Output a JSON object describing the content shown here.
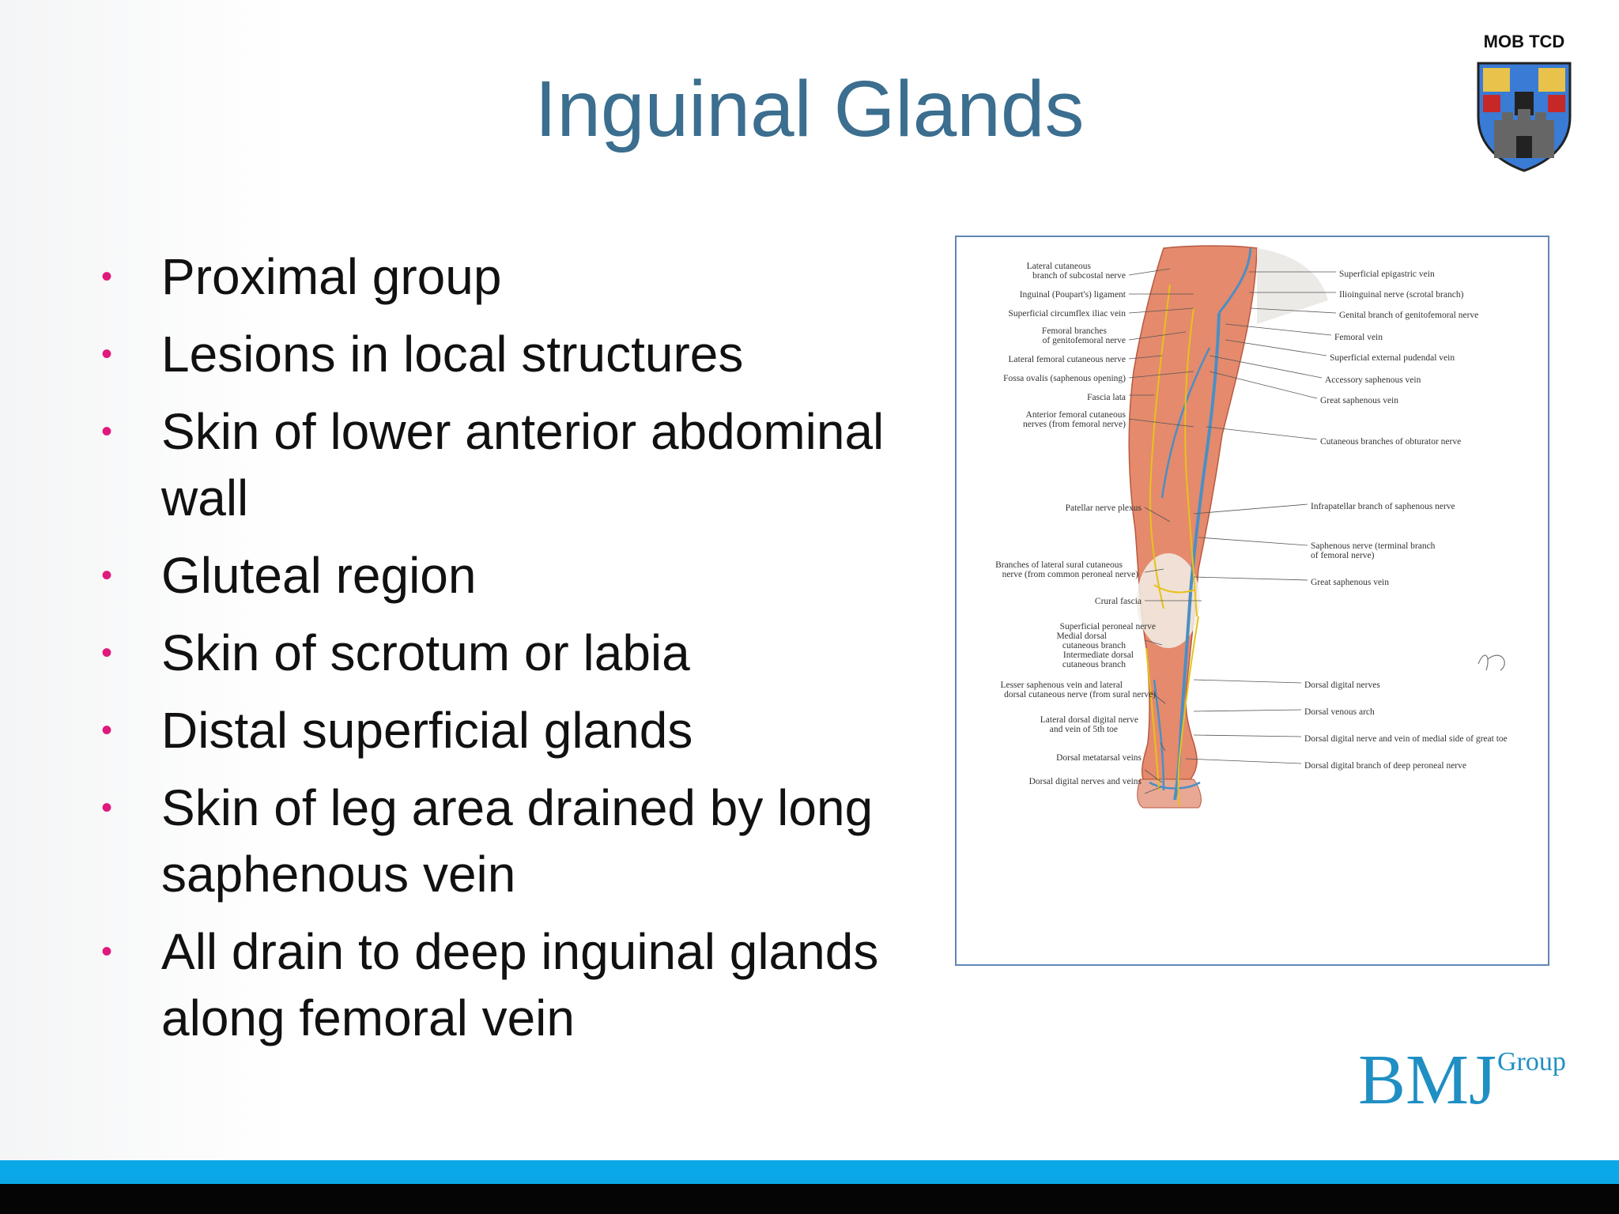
{
  "slide": {
    "title": "Inguinal Glands",
    "org_label": "MOB TCD",
    "bullets": [
      "Proximal group",
      "Lesions in local structures",
      "Skin of lower anterior abdominal wall",
      "Gluteal region",
      "Skin of scrotum or labia",
      "Distal superficial glands",
      "Skin of leg area drained by long saphenous vein",
      "All drain to deep inguinal glands along femoral vein"
    ],
    "bullet_color": "#e0197d",
    "title_color": "#3b6e8f"
  },
  "figure": {
    "left_labels": [
      "Lateral cutaneous",
      "branch of subcostal nerve",
      "Inguinal (Poupart's) ligament",
      "Superficial circumflex iliac vein",
      "Femoral branches",
      "of genitofemoral nerve",
      "Lateral femoral cutaneous nerve",
      "Fossa ovalis (saphenous opening)",
      "Fascia lata",
      "Anterior femoral cutaneous",
      "nerves (from femoral nerve)",
      "Patellar nerve plexus",
      "Branches of lateral sural cutaneous",
      "nerve (from common peroneal nerve)",
      "Crural fascia",
      "Superficial peroneal nerve",
      "Medial dorsal",
      "cutaneous branch",
      "Intermediate dorsal",
      "cutaneous branch",
      "Lesser saphenous vein and lateral",
      "dorsal cutaneous nerve (from sural nerve)",
      "Lateral dorsal digital nerve",
      "and vein of 5th toe",
      "Dorsal metatarsal veins",
      "Dorsal digital nerves and veins"
    ],
    "right_labels": [
      "Superficial epigastric vein",
      "Ilioinguinal nerve (scrotal branch)",
      "Genital branch of genitofemoral nerve",
      "Femoral vein",
      "Superficial external pudendal vein",
      "Accessory saphenous vein",
      "Great saphenous vein",
      "Cutaneous branches of obturator nerve",
      "Infrapatellar branch of saphenous nerve",
      "Saphenous nerve (terminal branch",
      "of femoral nerve)",
      "Great saphenous vein",
      "Dorsal digital nerves",
      "Dorsal venous arch",
      "Dorsal digital nerve and vein of medial side of great toe",
      "Dorsal digital branch of deep peroneal nerve"
    ],
    "vein_color": "#4a8fc4",
    "nerve_color": "#e6c21a",
    "muscle_color": "#e58a6d"
  },
  "logos": {
    "bmj_text": "BMJ",
    "bmj_sub": "Group",
    "bmj_color": "#1f8fc4"
  },
  "footer": {
    "bar_color": "#0aa8e6",
    "base_color": "#050505"
  }
}
